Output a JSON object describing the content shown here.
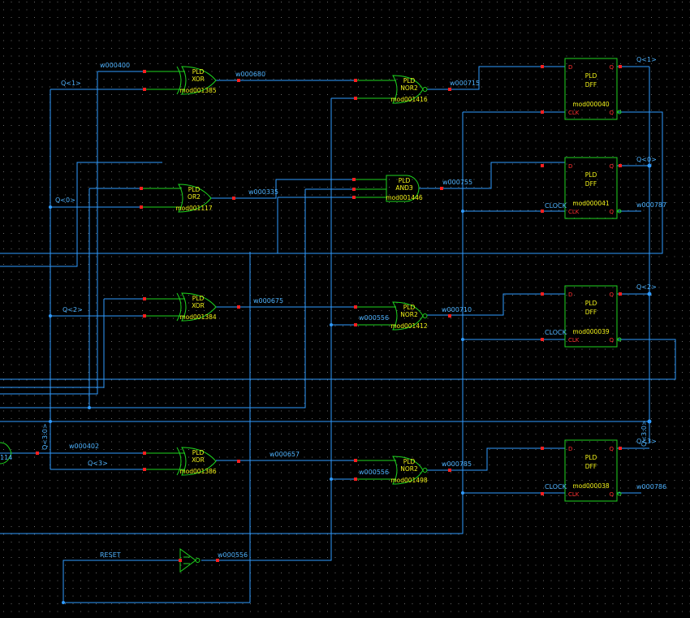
{
  "colors": {
    "background": "#000000",
    "grid_dot": "#6a6a6a",
    "wire": "#2f9bff",
    "gate_outline": "#1fd41f",
    "text_yellow": "#f2f21a",
    "net_label": "#4fb3ff",
    "pin": "#ff2020",
    "junction": "#2f9bff"
  },
  "gates": [
    {
      "id": "xor1",
      "kind": "xor",
      "lib": "PLD",
      "type": "XOR",
      "instance": "mod001385"
    },
    {
      "id": "nor2a",
      "kind": "nor",
      "lib": "PLD",
      "type": "NOR2",
      "instance": "mod001416"
    },
    {
      "id": "or2",
      "kind": "or",
      "lib": "PLD",
      "type": "OR2",
      "instance": "mod001117"
    },
    {
      "id": "and3",
      "kind": "and",
      "lib": "PLD",
      "type": "AND3",
      "instance": "mod001446"
    },
    {
      "id": "xor2",
      "kind": "xor",
      "lib": "PLD",
      "type": "XOR",
      "instance": "mod001384"
    },
    {
      "id": "nor2b",
      "kind": "nor",
      "lib": "PLD",
      "type": "NOR2",
      "instance": "mod001412"
    },
    {
      "id": "xor3",
      "kind": "xor",
      "lib": "PLD",
      "type": "XOR",
      "instance": "mod001386"
    },
    {
      "id": "nor2c",
      "kind": "nor",
      "lib": "PLD",
      "type": "NOR2",
      "instance": "mod001498"
    },
    {
      "id": "inv1",
      "kind": "inv",
      "lib": "",
      "type": "",
      "instance": ""
    }
  ],
  "flipflops": [
    {
      "id": "dff1",
      "lib": "PLD",
      "type": "DFF",
      "instance": "mod000040",
      "pin_d": "D",
      "pin_q": "Q",
      "pin_clk": "CLK",
      "pin_qn": "Q"
    },
    {
      "id": "dff2",
      "lib": "PLD",
      "type": "DFF",
      "instance": "mod000041",
      "pin_d": "D",
      "pin_q": "Q",
      "pin_clk": "CLK",
      "pin_qn": "Q"
    },
    {
      "id": "dff3",
      "lib": "PLD",
      "type": "DFF",
      "instance": "mod000039",
      "pin_d": "D",
      "pin_q": "Q",
      "pin_clk": "CLK",
      "pin_qn": "Q"
    },
    {
      "id": "dff4",
      "lib": "PLD",
      "type": "DFF",
      "instance": "mod000038",
      "pin_d": "D",
      "pin_q": "Q",
      "pin_clk": "CLK",
      "pin_qn": "Q"
    }
  ],
  "net_labels": [
    {
      "id": "n_w400",
      "text": "w000400"
    },
    {
      "id": "n_w680",
      "text": "w000680"
    },
    {
      "id": "n_q1_in",
      "text": "Q<1>"
    },
    {
      "id": "n_w715",
      "text": "w000715"
    },
    {
      "id": "n_q1_out",
      "text": "Q<1>"
    },
    {
      "id": "n_w335",
      "text": "w000335"
    },
    {
      "id": "n_w755",
      "text": "w000755"
    },
    {
      "id": "n_q0_in",
      "text": "Q<0>"
    },
    {
      "id": "n_q0_out",
      "text": "Q<0>"
    },
    {
      "id": "n_clock1",
      "text": "CLOCK"
    },
    {
      "id": "n_w787",
      "text": "w000787"
    },
    {
      "id": "n_w675",
      "text": "w000675"
    },
    {
      "id": "n_q2_in",
      "text": "Q<2>"
    },
    {
      "id": "n_w556a",
      "text": "w000556"
    },
    {
      "id": "n_w710",
      "text": "w000710"
    },
    {
      "id": "n_q2_out",
      "text": "Q<2>"
    },
    {
      "id": "n_clock2",
      "text": "CLOCK"
    },
    {
      "id": "n_q30a",
      "text": "Q<3:0>"
    },
    {
      "id": "n_q30b",
      "text": "Q<3:0>"
    },
    {
      "id": "n_w402",
      "text": "w000402"
    },
    {
      "id": "n_q3_in",
      "text": "Q<3>"
    },
    {
      "id": "n_w657",
      "text": "w000657"
    },
    {
      "id": "n_w556b",
      "text": "w000556"
    },
    {
      "id": "n_w785",
      "text": "w000785"
    },
    {
      "id": "n_q3_out",
      "text": "Q<3>"
    },
    {
      "id": "n_clock3",
      "text": "CLOCK"
    },
    {
      "id": "n_w786",
      "text": "w000786"
    },
    {
      "id": "n_reset",
      "text": "RESET"
    },
    {
      "id": "n_w556c",
      "text": "w000556"
    },
    {
      "id": "n_114",
      "text": "114"
    }
  ]
}
